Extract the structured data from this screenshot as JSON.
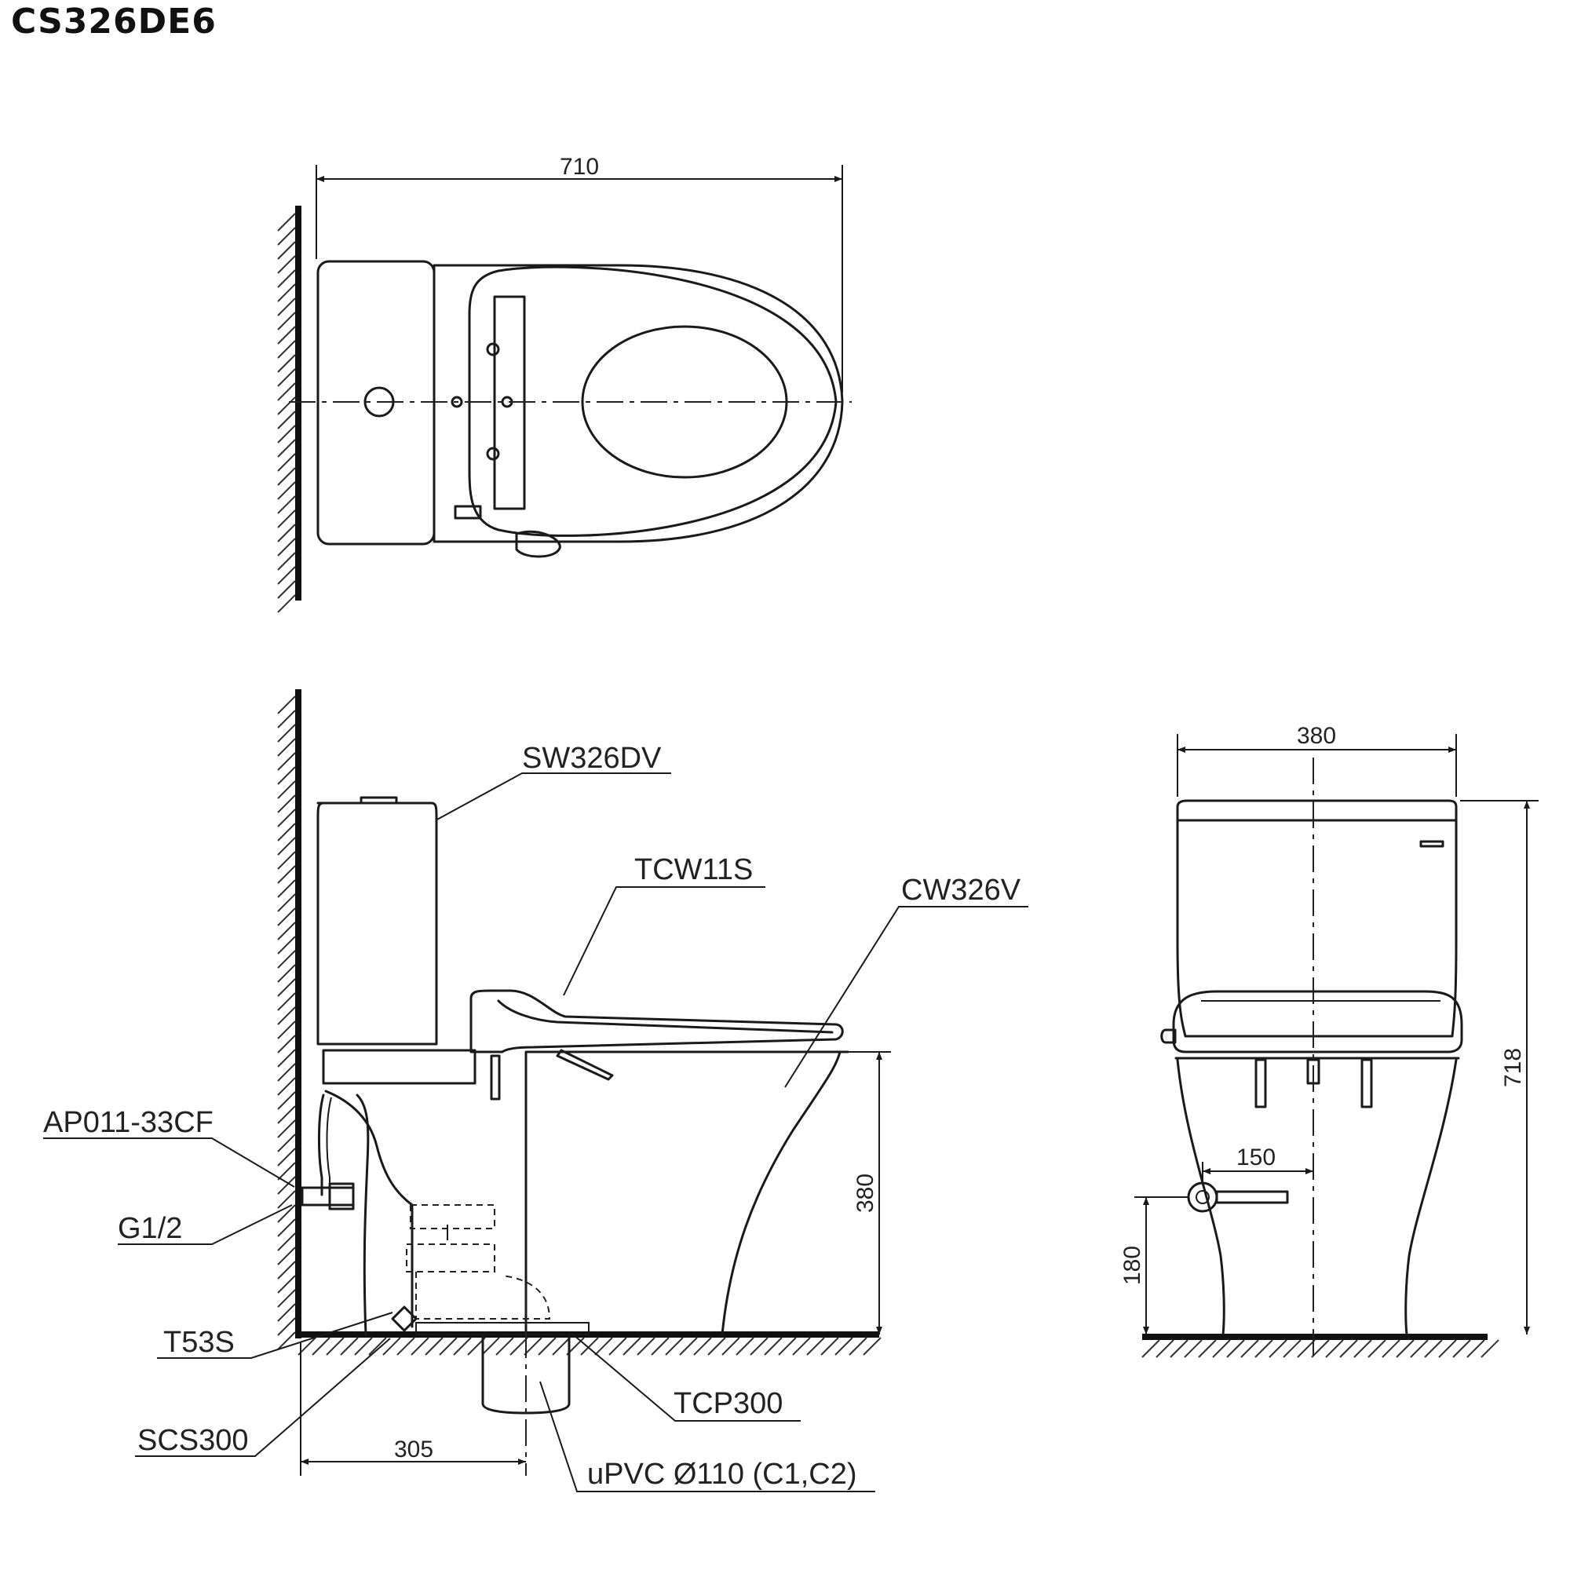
{
  "title": "CS326DE6",
  "dimensions": {
    "top_length": "710",
    "side_height_380": "380",
    "outlet_305": "305",
    "front_width": "380",
    "front_height": "718",
    "supply_offset": "150",
    "supply_height": "180"
  },
  "part_labels": {
    "tank": "SW326DV",
    "seat": "TCW11S",
    "bowl": "CW326V",
    "angle_valve": "AP011-33CF",
    "thread": "G1/2",
    "bolt": "T53S",
    "sealing": "SCS300",
    "flange": "TCP300",
    "drain": "uPVC Ø110 (C1,C2)"
  }
}
